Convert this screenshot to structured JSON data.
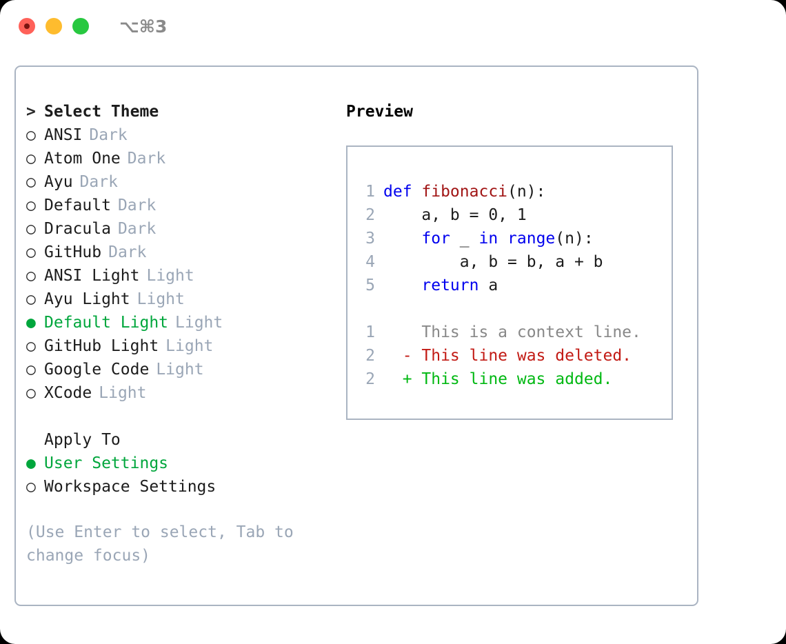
{
  "window": {
    "shortcut": "⌥⌘3",
    "traffic_lights": [
      {
        "name": "close-button",
        "color": "#ff6159"
      },
      {
        "name": "minimize-button",
        "color": "#febc2e"
      },
      {
        "name": "maximize-button",
        "color": "#28c840"
      }
    ]
  },
  "theme_list": {
    "header": "Select Theme",
    "header_prefix": ">",
    "bullet_unselected": "○",
    "bullet_selected": "●",
    "items": [
      {
        "name": "ANSI",
        "kind": "Dark",
        "selected": false
      },
      {
        "name": "Atom One",
        "kind": "Dark",
        "selected": false
      },
      {
        "name": "Ayu",
        "kind": "Dark",
        "selected": false
      },
      {
        "name": "Default",
        "kind": "Dark",
        "selected": false
      },
      {
        "name": "Dracula",
        "kind": "Dark",
        "selected": false
      },
      {
        "name": "GitHub",
        "kind": "Dark",
        "selected": false
      },
      {
        "name": "ANSI Light",
        "kind": "Light",
        "selected": false
      },
      {
        "name": "Ayu Light",
        "kind": "Light",
        "selected": false
      },
      {
        "name": "Default Light",
        "kind": "Light",
        "selected": true
      },
      {
        "name": "GitHub Light",
        "kind": "Light",
        "selected": false
      },
      {
        "name": "Google Code",
        "kind": "Light",
        "selected": false
      },
      {
        "name": "XCode",
        "kind": "Light",
        "selected": false
      }
    ]
  },
  "apply_to": {
    "header": "Apply To",
    "items": [
      {
        "name": "User Settings",
        "selected": true
      },
      {
        "name": "Workspace Settings",
        "selected": false
      }
    ]
  },
  "hint": "(Use Enter to select, Tab to change focus)",
  "preview": {
    "title": "Preview",
    "code_lines": [
      {
        "no": "1",
        "tokens": [
          {
            "t": "def ",
            "c": "kw"
          },
          {
            "t": "fibonacci",
            "c": "fn"
          },
          {
            "t": "(n):",
            "c": "plain"
          }
        ]
      },
      {
        "no": "2",
        "tokens": [
          {
            "t": "    a, b = 0, 1",
            "c": "plain"
          }
        ]
      },
      {
        "no": "3",
        "tokens": [
          {
            "t": "    ",
            "c": "plain"
          },
          {
            "t": "for",
            "c": "kw"
          },
          {
            "t": " _ ",
            "c": "plain"
          },
          {
            "t": "in",
            "c": "kw"
          },
          {
            "t": " ",
            "c": "plain"
          },
          {
            "t": "range",
            "c": "kw"
          },
          {
            "t": "(n):",
            "c": "plain"
          }
        ]
      },
      {
        "no": "4",
        "tokens": [
          {
            "t": "        a, b = b, a + b",
            "c": "plain"
          }
        ]
      },
      {
        "no": "5",
        "tokens": [
          {
            "t": "    ",
            "c": "plain"
          },
          {
            "t": "return",
            "c": "kw"
          },
          {
            "t": " a",
            "c": "plain"
          }
        ]
      }
    ],
    "diff_lines": [
      {
        "no": "1",
        "marker": "  ",
        "text": "This is a context line.",
        "c": "ctx"
      },
      {
        "no": "2",
        "marker": "- ",
        "text": "This line was deleted.",
        "c": "del"
      },
      {
        "no": "2",
        "marker": "+ ",
        "text": "This line was added.",
        "c": "add"
      }
    ]
  },
  "colors": {
    "accent_green": "#00a63c",
    "muted": "#9aa6b6",
    "keyword_blue": "#0000ee",
    "function_red": "#a11515",
    "diff_delete": "#c21a14",
    "diff_add": "#00b812",
    "border": "#aab4c2"
  }
}
